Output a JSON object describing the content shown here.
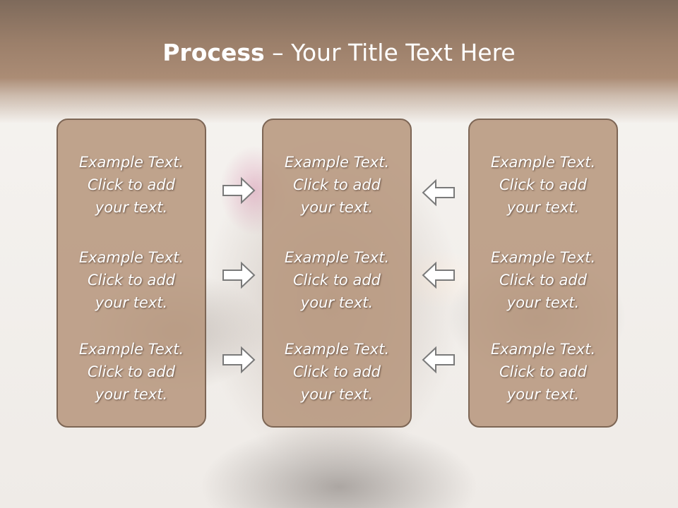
{
  "slide": {
    "title_bold": "Process",
    "title_rest": " – Your Title Text Here"
  },
  "panels": [
    {
      "blocks": [
        {
          "line1": "Example Text.",
          "line2": "Click  to add",
          "line3": "your text."
        },
        {
          "line1": "Example Text.",
          "line2": "Click  to add",
          "line3": "your text."
        },
        {
          "line1": "Example Text.",
          "line2": "Click  to add",
          "line3": "your text."
        }
      ]
    },
    {
      "blocks": [
        {
          "line1": "Example Text.",
          "line2": "Click  to add",
          "line3": "your text."
        },
        {
          "line1": "Example Text.",
          "line2": "Click  to add",
          "line3": "your text."
        },
        {
          "line1": "Example Text.",
          "line2": "Click  to add",
          "line3": "your text."
        }
      ]
    },
    {
      "blocks": [
        {
          "line1": "Example Text.",
          "line2": "Click  to add",
          "line3": "your text."
        },
        {
          "line1": "Example Text.",
          "line2": "Click  to add",
          "line3": "your text."
        },
        {
          "line1": "Example Text.",
          "line2": "Click  to add",
          "line3": "your text."
        }
      ]
    }
  ],
  "arrows": {
    "left_column": [
      "arrow-right-icon",
      "arrow-right-icon",
      "arrow-right-icon"
    ],
    "right_column": [
      "arrow-left-icon",
      "arrow-left-icon",
      "arrow-left-icon"
    ]
  },
  "colors": {
    "header": "#9b7f6a",
    "panel_fill": "#b7977e",
    "panel_border": "#7d6655",
    "arrow_fill": "#ffffff",
    "arrow_stroke": "#7a7a7a",
    "text": "#ffffff"
  }
}
